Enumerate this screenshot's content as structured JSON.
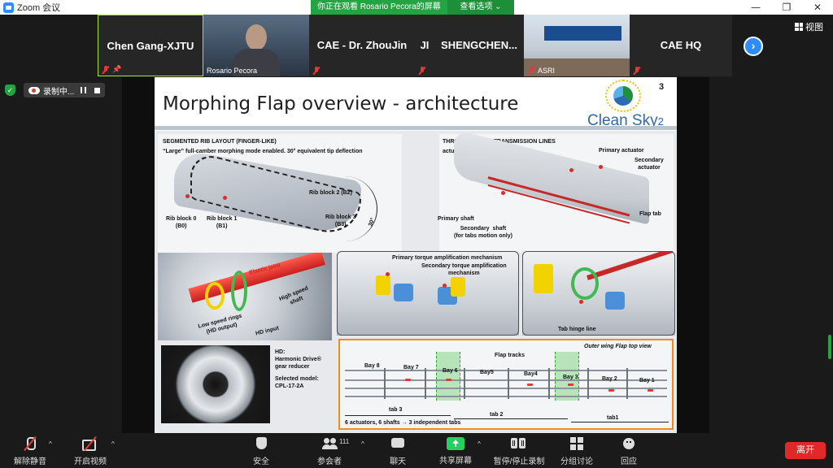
{
  "window": {
    "title": "Zoom 会议",
    "controls": [
      "—",
      "❐",
      "✕"
    ]
  },
  "share_banner": {
    "message": "你正在观看 Rosario Pecora的屏幕",
    "options_label": "查看选项 ⌄"
  },
  "view_button": {
    "label": "视图"
  },
  "participants": [
    {
      "name": "Chen Gang-XJTU",
      "active": true,
      "muted": true,
      "pinned": true
    },
    {
      "name": "Rosario Pecora",
      "video": true,
      "muted": false
    },
    {
      "name": "CAE - Dr. ZhouJin",
      "muted": true
    },
    {
      "name": "JI",
      "muted": true
    },
    {
      "name": "SHENGCHEN...",
      "muted": false
    },
    {
      "name": "ASRI",
      "video": true,
      "muted": true
    },
    {
      "name": "CAE HQ",
      "muted": true
    }
  ],
  "next_page_icon": "›",
  "recording": {
    "label": "录制中..."
  },
  "slide": {
    "title": "Morphing Flap overview - architecture",
    "page_number": "3",
    "logo_text": "Clean Sky",
    "logo_suffix": "2",
    "rib_panel": {
      "heading": "SEGMENTED RIB LAYOUT (FINGER-LIKE)",
      "subheading": "“Large” full-camber morphing mode enabled.  30° equivalent tip deflection",
      "labels": {
        "b0": "Rib block 0\n(B0)",
        "b1": "Rib block 1\n(B1)",
        "b2": "Rib block 2 (B2)",
        "b3": "Rib block 3\n(B3)",
        "angle": "30°"
      }
    },
    "shaft_panel": {
      "heading": "THROUGH SHAFT TRANSMISSION LINES",
      "subheading": "actuated independently",
      "labels": {
        "primary_actuator": "Primary actuator",
        "secondary_actuator": "Secondary\nactuator",
        "primary_shaft": "Primary shaft",
        "secondary_shaft": "Secondary  shaft\n(for tabs motion only)",
        "flap_tab": "Flap tab"
      }
    },
    "hd_panel": {
      "labels": {
        "elastic_joint": "Elastic joint",
        "high_speed_shaft": "High speed\nshaft",
        "low_speed_rings": "Low speed rings\n(HD output)",
        "hd_input": "HD input"
      }
    },
    "torque_panel": {
      "labels": {
        "primary": "Primary torque amplification mechanism",
        "secondary": "Secondary torque amplification\nmechanism"
      }
    },
    "hinge_panel": {
      "label": "Tab hinge line"
    },
    "gear_info": {
      "hd_label": "HD:",
      "hd_name": "Harmonic Drive®",
      "hd_desc": "gear reducer",
      "model_label": "Selected model:",
      "model_value": "CPL-17-2A"
    },
    "bay_panel": {
      "title": "Outer wing Flap top view",
      "flap_tracks": "Flap tracks",
      "bays": [
        "Bay 8",
        "Bay 7",
        "Bay 6",
        "Bay5",
        "Bay4",
        "Bay 3",
        "Bay 2",
        "Bay 1"
      ],
      "tabs": [
        "tab 3",
        "tab 2",
        "tab1"
      ],
      "footer": "6 actuators, 6 shafts → 3  independent tabs"
    }
  },
  "toolbar": {
    "mute": "解除静音",
    "video": "开启视频",
    "security": "安全",
    "participants": "参会者",
    "participants_count": "111",
    "chat": "聊天",
    "share": "共享屏幕",
    "record": "暂停/停止录制",
    "breakout": "分组讨论",
    "reactions": "回应",
    "leave": "离开",
    "caret": "^"
  }
}
